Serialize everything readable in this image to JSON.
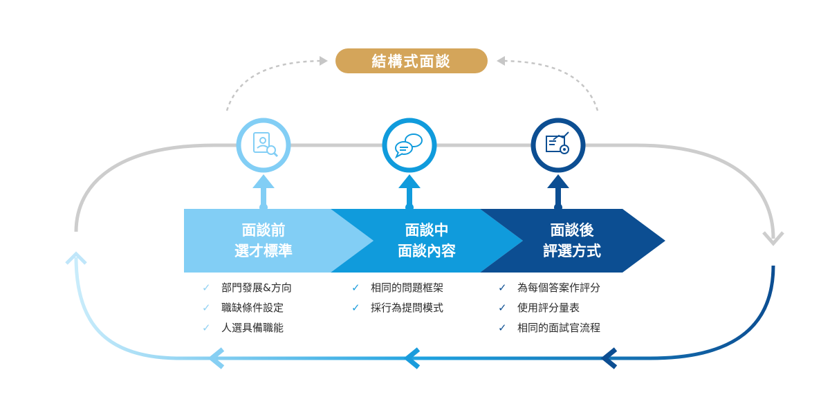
{
  "title": "結構式面談",
  "stages": [
    {
      "line1": "面談前",
      "line2": "選才標準",
      "icon": "candidate-search-icon",
      "color": "#82CEF5",
      "items": [
        "部門發展&方向",
        "職缺條件設定",
        "人選具備職能"
      ]
    },
    {
      "line1": "面談中",
      "line2": "面談內容",
      "icon": "chat-bubbles-icon",
      "color": "#109BDC",
      "items": [
        "相同的問題框架",
        "採行為提問模式"
      ]
    },
    {
      "line1": "面談後",
      "line2": "評選方式",
      "icon": "analytics-report-icon",
      "color": "#0C4E92",
      "items": [
        "為每個答案作評分",
        "使用評分量表",
        "相同的面試官流程"
      ]
    }
  ],
  "check_glyph": "✓"
}
